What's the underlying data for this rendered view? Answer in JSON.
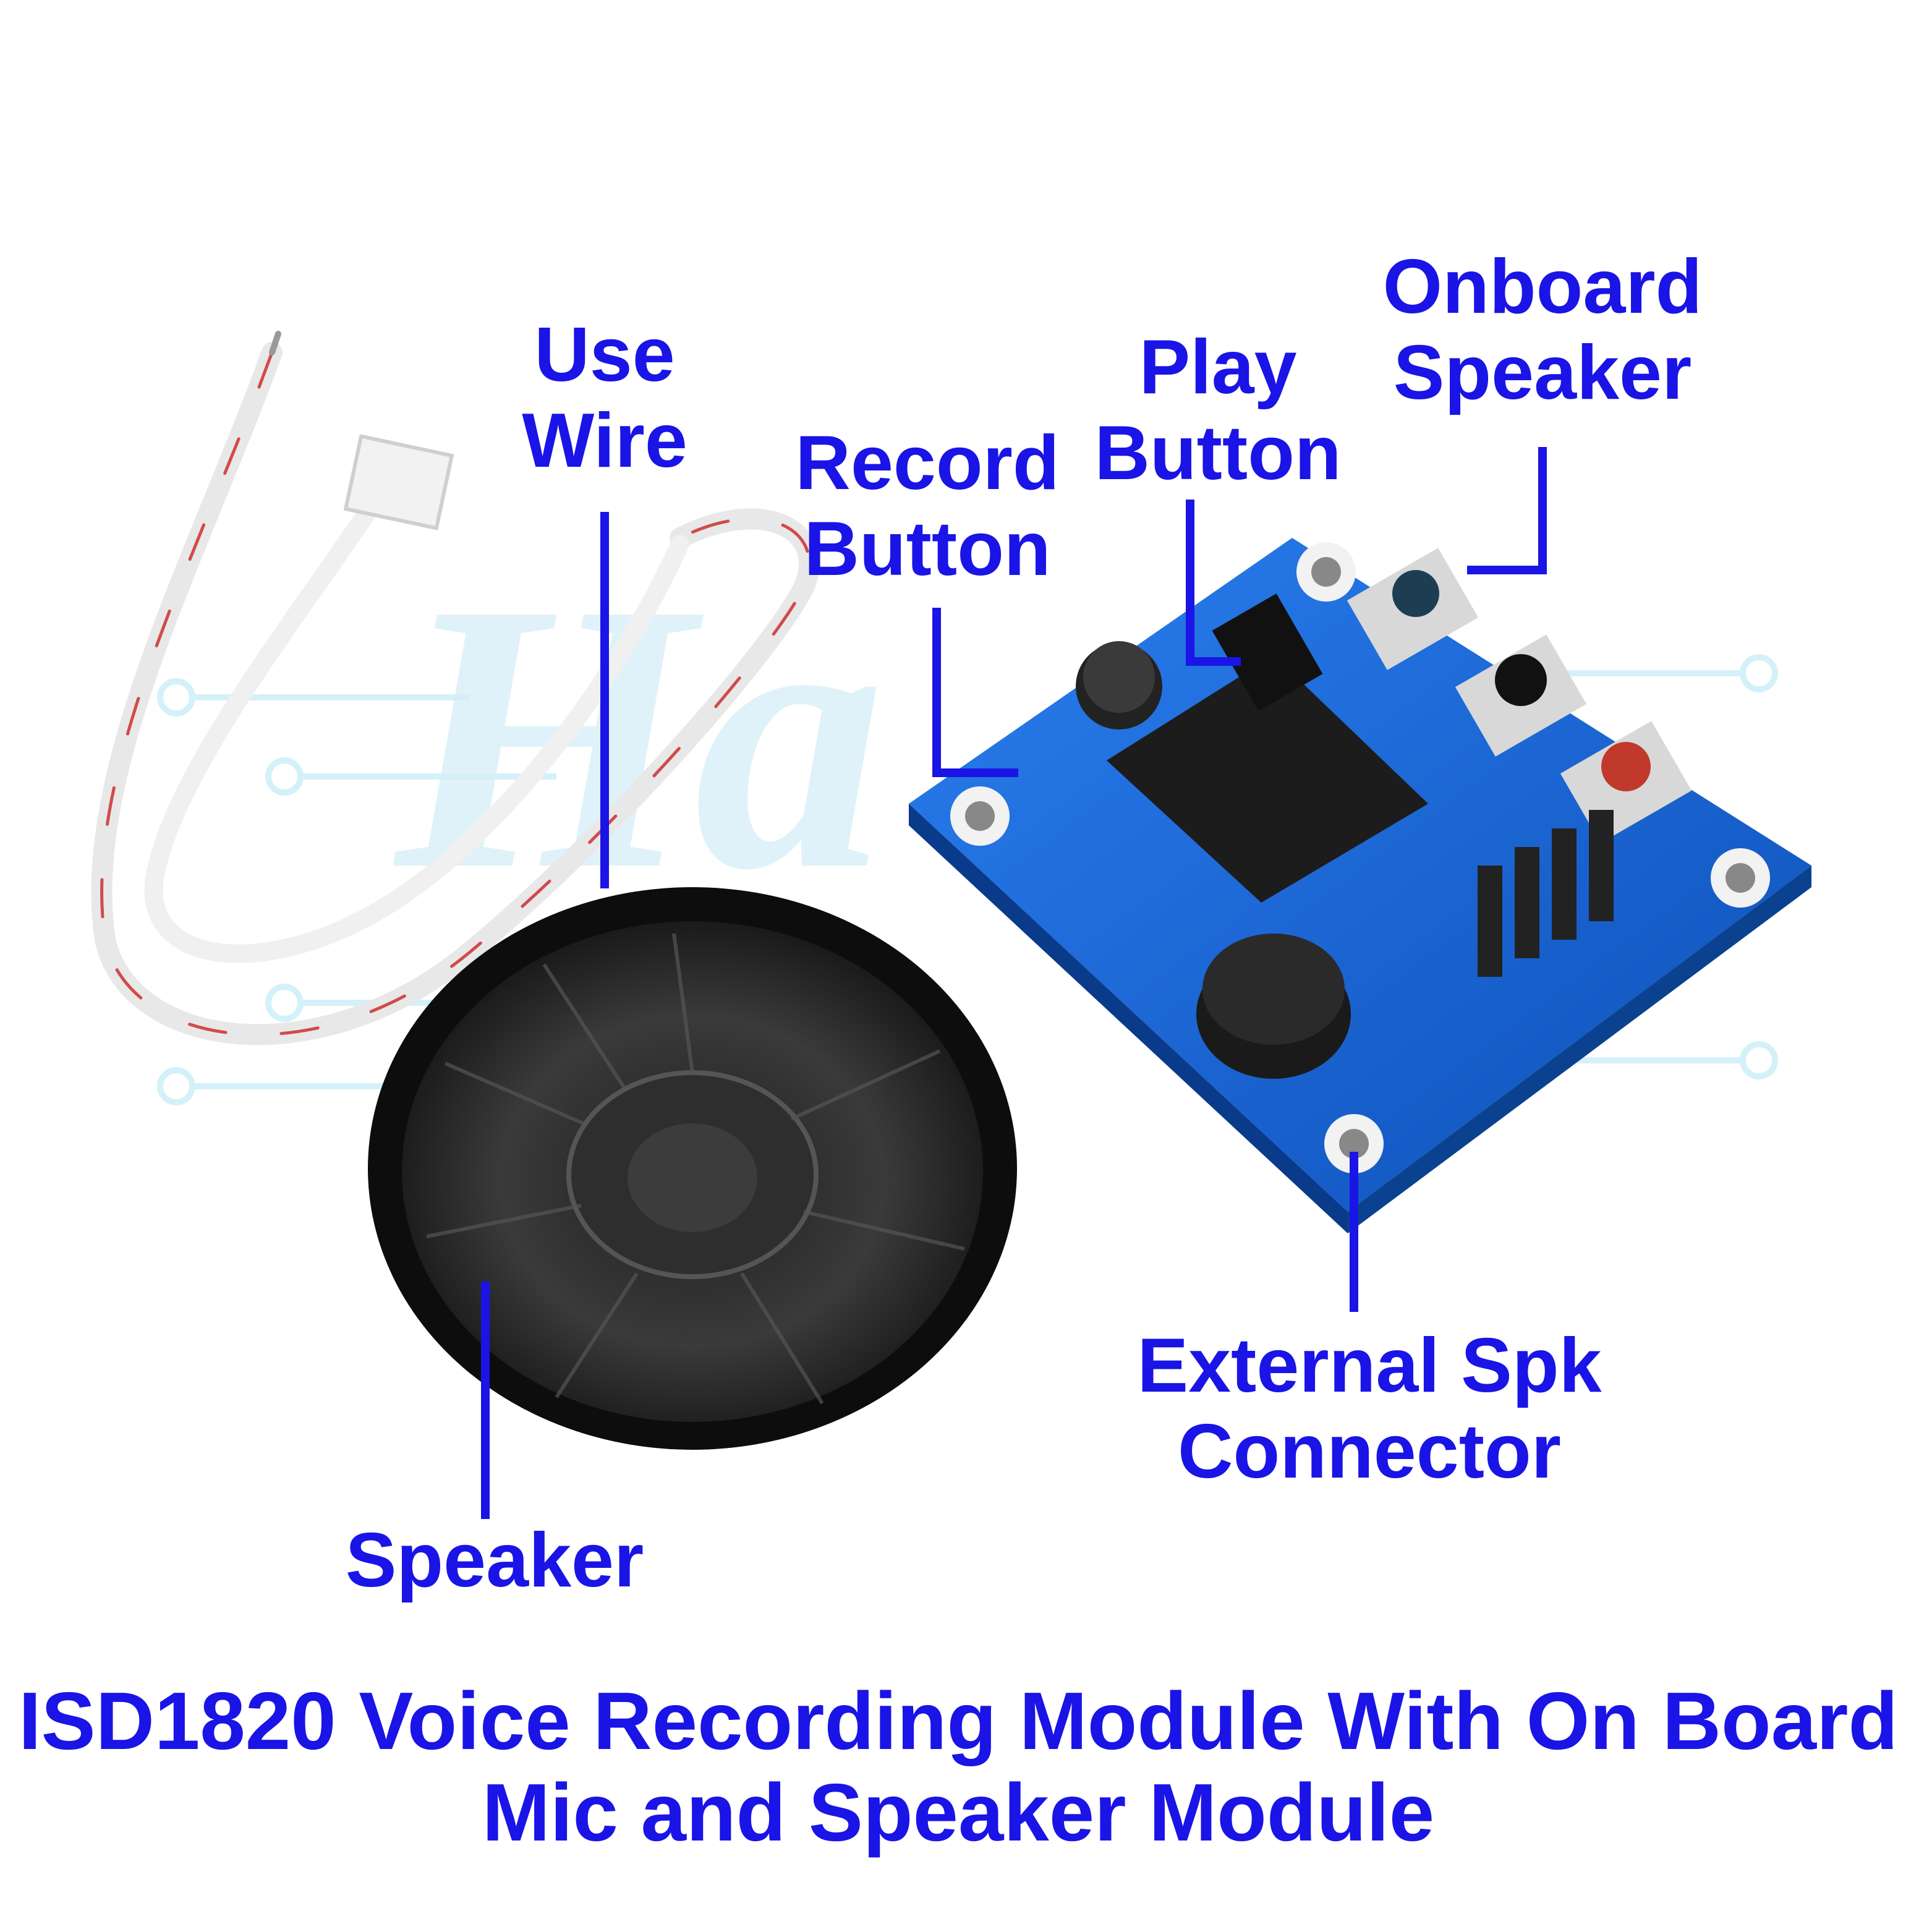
{
  "labels": {
    "use_wire": [
      "Use",
      "Wire"
    ],
    "record_button": [
      "Record",
      "Button"
    ],
    "play_button": [
      "Play",
      "Button"
    ],
    "onboard_speaker": [
      "Onboard",
      "Speaker"
    ],
    "speaker": "Speaker",
    "external_spk_connector": [
      "External Spk",
      "Connector"
    ]
  },
  "caption": [
    "ISD1820 Voice Recording Module With On Board",
    "Mic and Speaker Module"
  ],
  "colors": {
    "label_text": "#1a14e6",
    "leader_lines": "#1a14e6",
    "pcb_blue": "#1565d8",
    "speaker_black": "#1a1a1a",
    "watermark": "#cdebf6"
  }
}
